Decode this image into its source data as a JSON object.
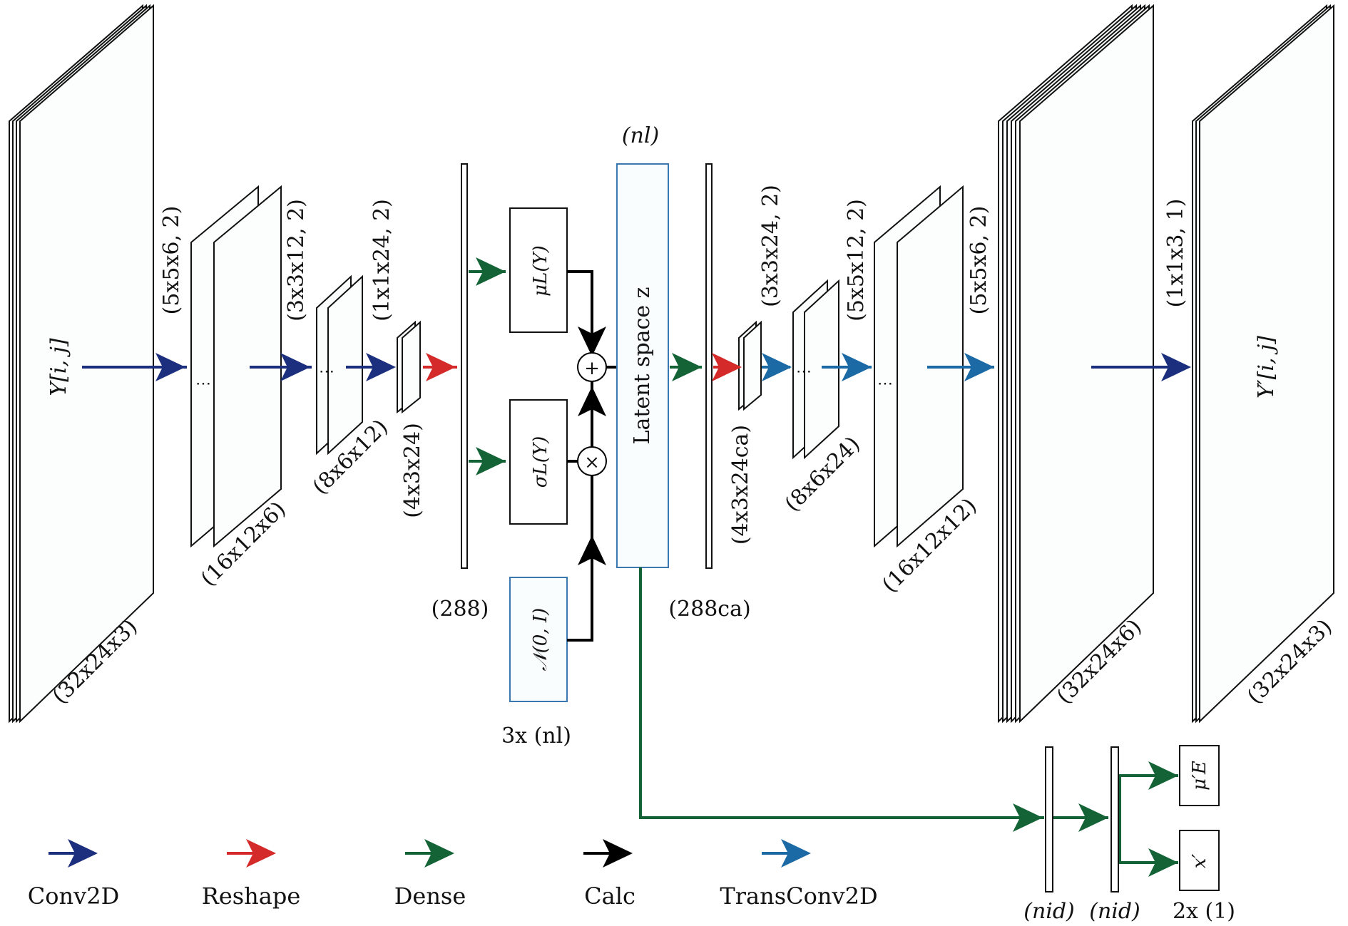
{
  "colors": {
    "conv2d": "#1c2f7e",
    "reshape": "#d42a2a",
    "dense": "#136337",
    "calc": "#000000",
    "transconv2d": "#1b6aa5",
    "box_border_blue": "#3b78b0"
  },
  "encoder": {
    "input_label": "Y[i, j]",
    "input_dims": "(32x24x3)",
    "layer1_kernel": "(5x5x6, 2)",
    "layer1_dims": "(16x12x6)",
    "layer2_kernel": "(3x3x12, 2)",
    "layer2_dims": "(8x6x12)",
    "layer3_kernel": "(1x1x24, 2)",
    "layer3_dims": "(4x3x24)",
    "flatten_dims": "(288)"
  },
  "latent": {
    "mu_label": "μL(Y)",
    "sigma_label": "σL(Y)",
    "noise_label": "𝒩(0, I)",
    "noise_dims": "3x (nl)",
    "plus_symbol": "+",
    "times_symbol": "×",
    "latent_label": "Latent space z",
    "latent_dims": "(nl)"
  },
  "decoder": {
    "dense_dims": "(288ca)",
    "layer1_kernel": "(3x3x24, 2)",
    "layer1_dims": "(4x3x24ca)",
    "layer2_kernel": "(5x5x12, 2)",
    "layer2_dims": "(8x6x24)",
    "layer3_kernel": "(5x5x6, 2)",
    "layer3_dims": "(16x12x12)",
    "layer4_kernel": "(1x1x3, 1)",
    "layer4_dims": "(32x24x6)",
    "output_label": "Y′[i, j]",
    "output_dims": "(32x24x3)"
  },
  "aux": {
    "hidden1_dims": "(nid)",
    "hidden2_dims": "(nid)",
    "out_dims": "2x (1)",
    "out1_label": "μ′E",
    "out2_label": "x′"
  },
  "legend": [
    {
      "label": "Conv2D",
      "color": "#1c2f7e"
    },
    {
      "label": "Reshape",
      "color": "#d42a2a"
    },
    {
      "label": "Dense",
      "color": "#136337"
    },
    {
      "label": "Calc",
      "color": "#000000"
    },
    {
      "label": "TransConv2D",
      "color": "#1b6aa5"
    }
  ]
}
